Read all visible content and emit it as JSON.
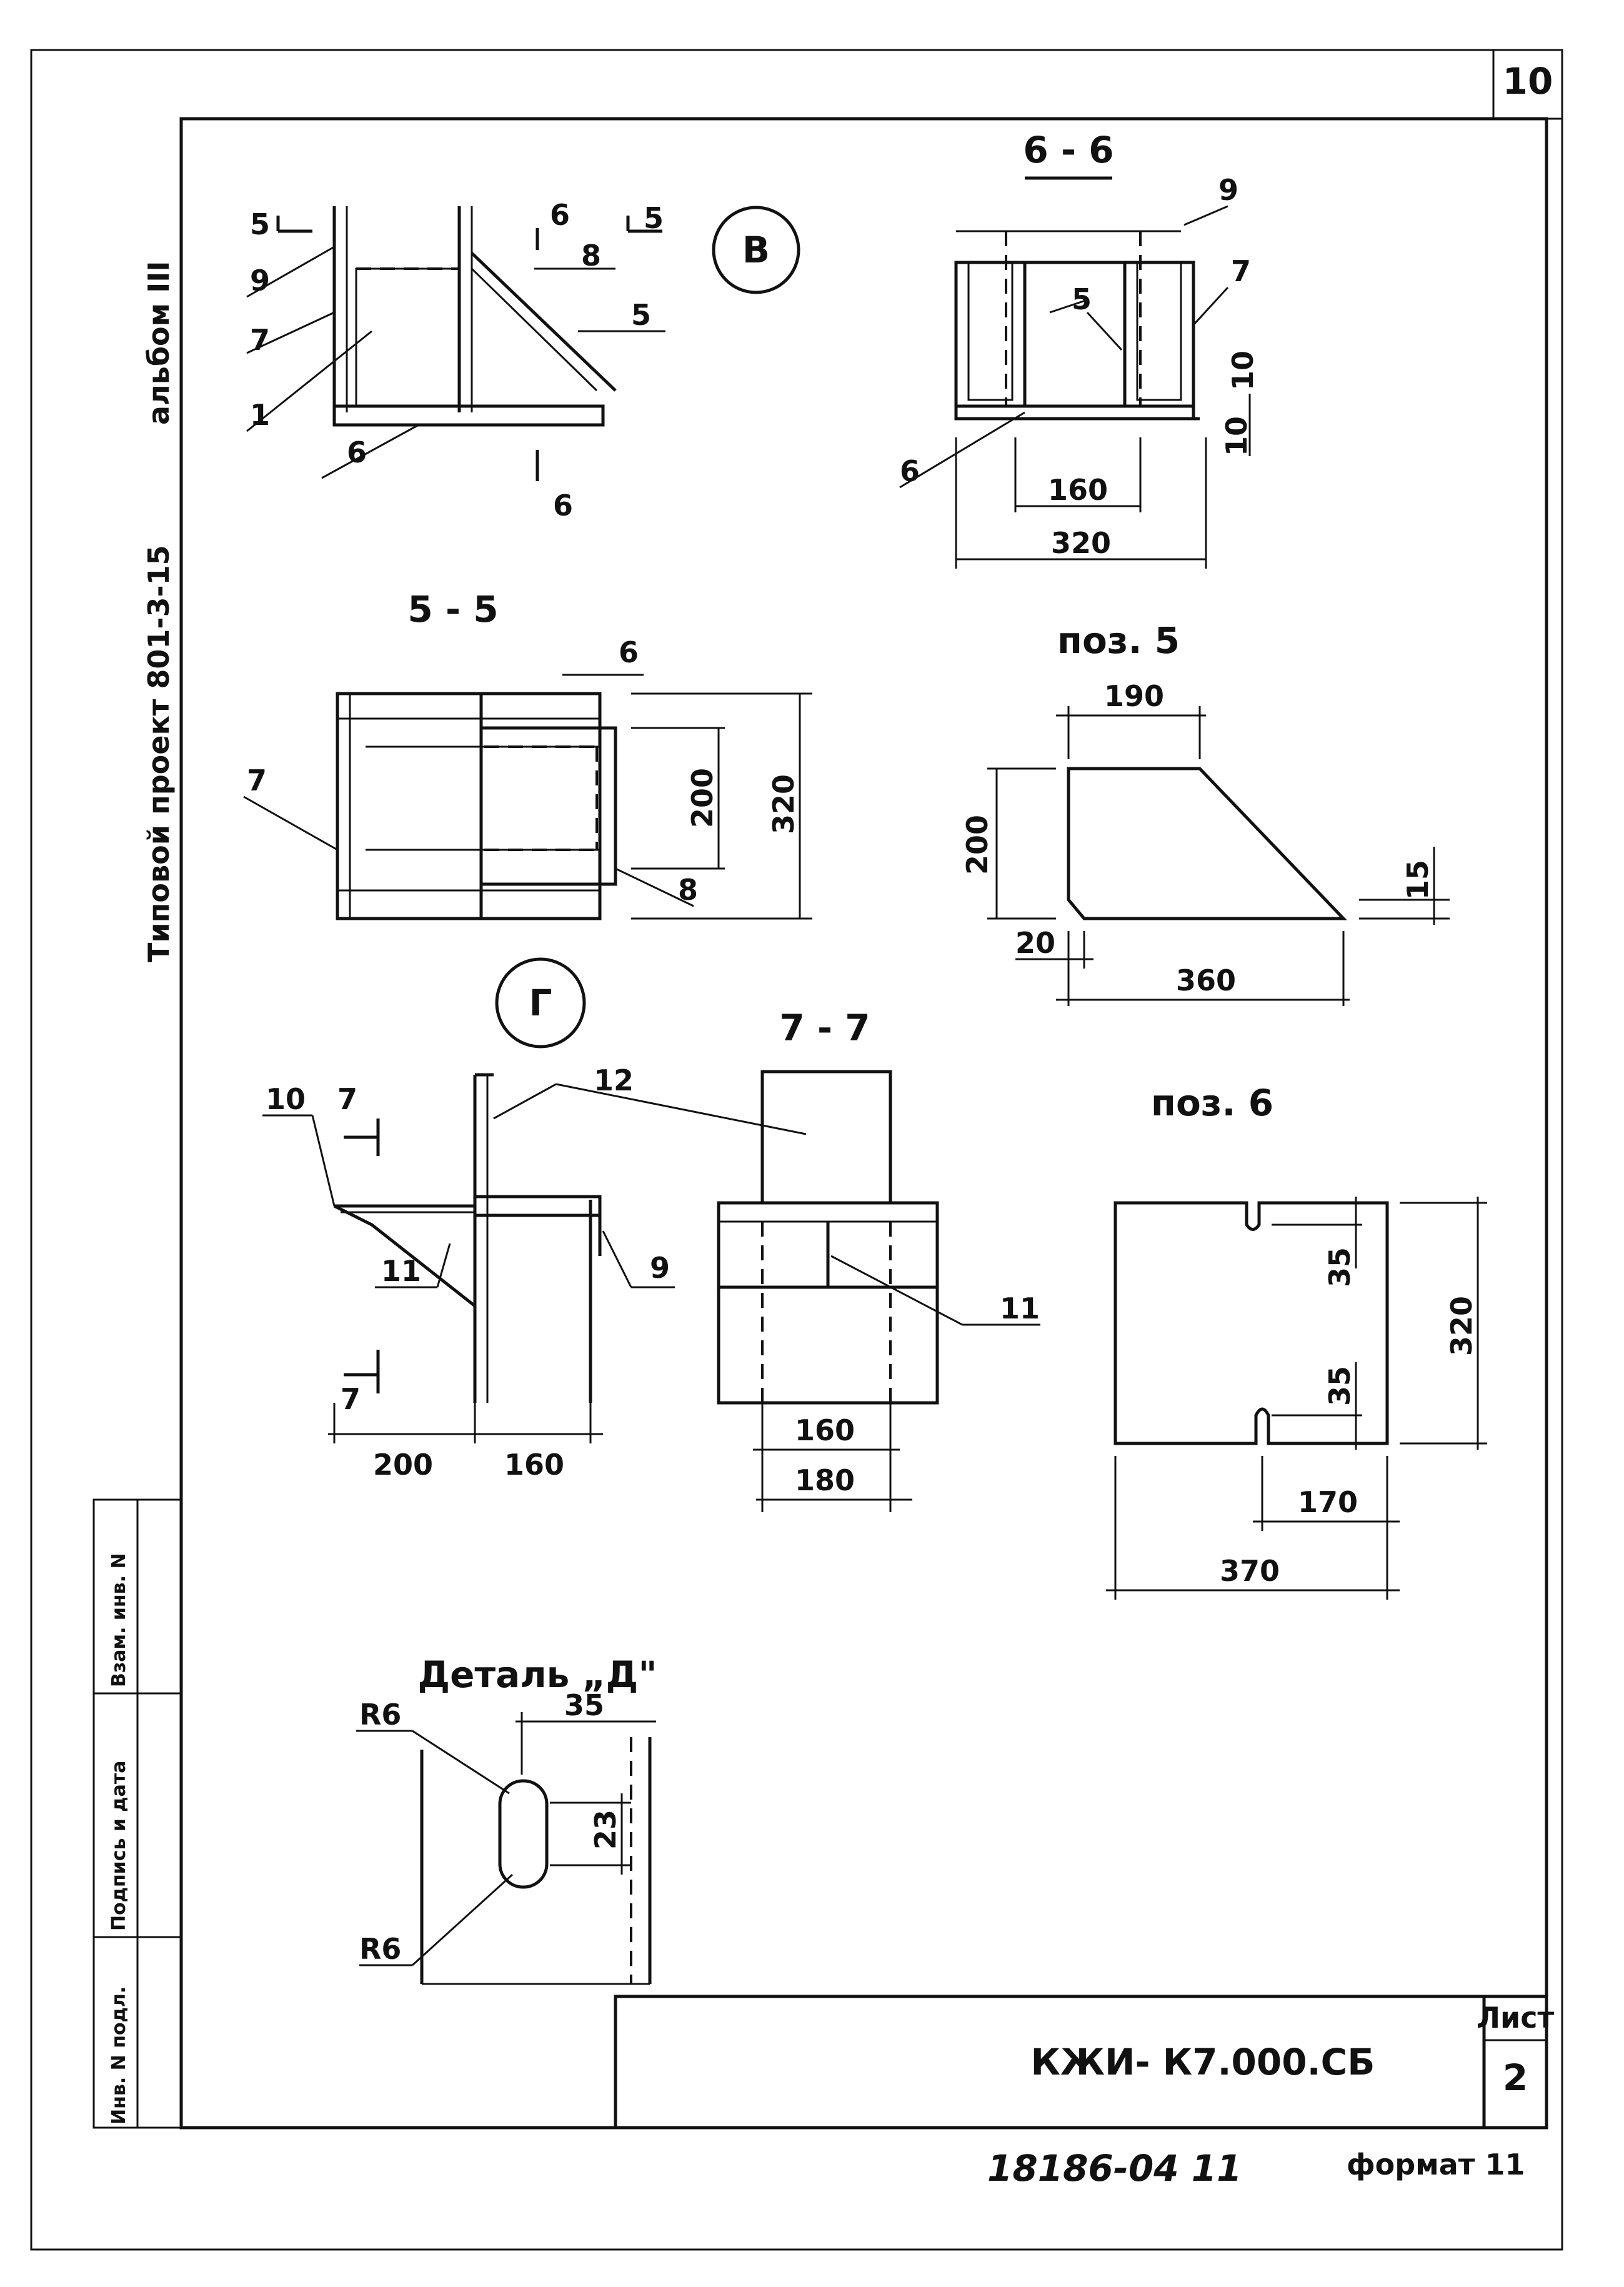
{
  "sheet": {
    "page_number": "10",
    "sheet_label": "Лист",
    "sheet_number": "2",
    "code": "КЖИ- К7.000.СБ",
    "stamp_number": "18186-04 11",
    "format": "формат 11"
  },
  "side_titles": {
    "project": "Типовой проект 801-3-15",
    "album": "альбом III"
  },
  "side_columns": {
    "inv_podl": "Инв. N подл.",
    "podpis": "Подпись и дата",
    "vzam": "Взам. инв. N"
  },
  "views": {
    "detail_v": {
      "mark": "В",
      "labels": [
        "5",
        "5",
        "6",
        "6",
        "9",
        "8",
        "7",
        "5",
        "1",
        "6"
      ]
    },
    "sec_6_6": {
      "title": "6 - 6",
      "labels": [
        "9",
        "7",
        "5",
        "6"
      ],
      "dims": [
        "10",
        "10",
        "160",
        "320"
      ]
    },
    "sec_5_5": {
      "title": "5 - 5",
      "labels": [
        "6",
        "7",
        "8"
      ],
      "dims": [
        "200",
        "320"
      ]
    },
    "pos_5": {
      "title": "поз. 5",
      "dims": [
        "190",
        "200",
        "15",
        "20",
        "360"
      ]
    },
    "detail_g": {
      "mark": "Г",
      "labels": [
        "10",
        "7",
        "12",
        "11",
        "9",
        "7"
      ],
      "dims": [
        "200",
        "160"
      ]
    },
    "sec_7_7": {
      "title": "7 - 7",
      "labels": [
        "11"
      ],
      "dims": [
        "160",
        "180"
      ]
    },
    "pos_6": {
      "title": "поз. 6",
      "dims": [
        "35",
        "35",
        "320",
        "170",
        "370"
      ]
    },
    "detail_d": {
      "title": "Деталь „Д\"",
      "labels": [
        "R6",
        "R6"
      ],
      "dims": [
        "35",
        "23"
      ]
    }
  }
}
